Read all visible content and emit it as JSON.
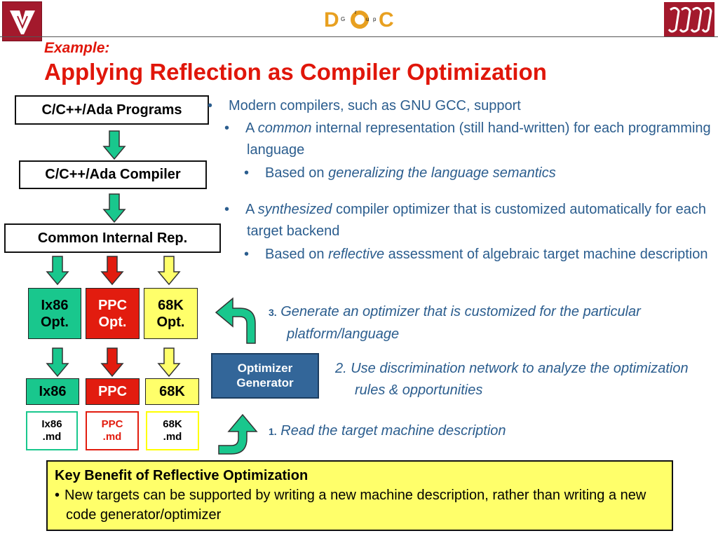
{
  "header": {
    "left_logo_icon": "vanderbilt-v-icon",
    "right_logo_text": "ISIS",
    "center_logo_text": "DOC",
    "center_logo_subtext": "Group"
  },
  "slide": {
    "example": "Example:",
    "title": "Applying Reflection as Compiler Optimization"
  },
  "flow": {
    "programs": "C/C++/Ada Programs",
    "compiler": "C/C++/Ada Compiler",
    "common_rep": "Common Internal Rep.",
    "opt": [
      {
        "line1": "Ix86",
        "line2": "Opt."
      },
      {
        "line1": "PPC",
        "line2": "Opt."
      },
      {
        "line1": "68K",
        "line2": "Opt."
      }
    ],
    "target": [
      "Ix86",
      "PPC",
      "68K"
    ],
    "md": [
      {
        "line1": "Ix86",
        "line2": ".md"
      },
      {
        "line1": "PPC",
        "line2": ".md"
      },
      {
        "line1": "68K",
        "line2": ".md"
      }
    ],
    "optimizer_generator": {
      "line1": "Optimizer",
      "line2": "Generator"
    },
    "colors": {
      "green": "#19c78d",
      "red": "#e21c0f",
      "yellow": "#ffff6a",
      "blue": "#336699"
    }
  },
  "bullets": {
    "b1": "Modern compilers, such as GNU GCC, support",
    "b2_pre": "A ",
    "b2_em": "common",
    "b2_post": " internal representation (still hand-written) for each programming language",
    "b3_pre": "Based on ",
    "b3_em": "generalizing the language semantics",
    "b4_pre": "A ",
    "b4_em": "synthesized",
    "b4_post": " compiler optimizer that is customized automatically for each target backend",
    "b5_pre": "Based on ",
    "b5_em": "reflective",
    "b5_post": " assessment of algebraic target machine description"
  },
  "steps": {
    "s3_num": "3.",
    "s3_text": "Generate an optimizer that is customized for the particular platform/language",
    "s2_text": "2. Use discrimination network to analyze the optimization rules & opportunities",
    "s1_num": "1.",
    "s1_text": "Read the target machine description"
  },
  "benefit": {
    "title": "Key Benefit of Reflective Optimization",
    "text": "New targets can be supported by writing a new machine description, rather than writing a new code generator/optimizer"
  }
}
